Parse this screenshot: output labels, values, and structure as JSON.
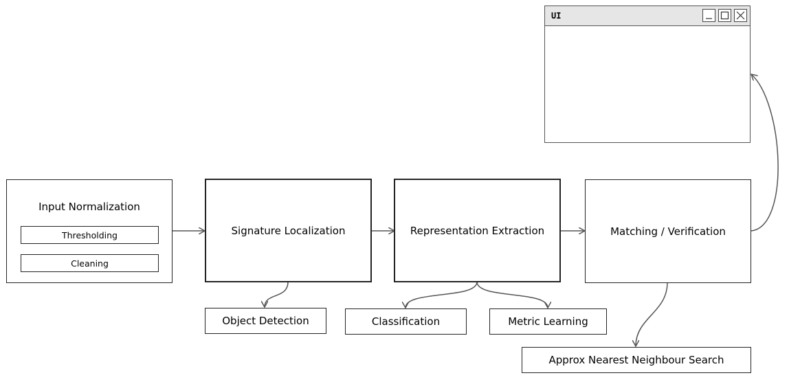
{
  "ui_window": {
    "title": "UI",
    "buttons": [
      "minimize-icon",
      "maximize-icon",
      "close-icon"
    ]
  },
  "stages": {
    "input_normalization": {
      "title": "Input Normalization",
      "steps": [
        "Thresholding",
        "Cleaning"
      ]
    },
    "signature_localization": {
      "title": "Signature Localization"
    },
    "representation_extraction": {
      "title": "Representation Extraction"
    },
    "matching_verification": {
      "title": "Matching / Verification"
    }
  },
  "methods": {
    "object_detection": "Object Detection",
    "classification": "Classification",
    "metric_learning": "Metric Learning",
    "ann_search": "Approx Nearest Neighbour Search"
  },
  "colors": {
    "line": "#555555",
    "border": "#222222",
    "titlebar": "#e6e6e6"
  }
}
